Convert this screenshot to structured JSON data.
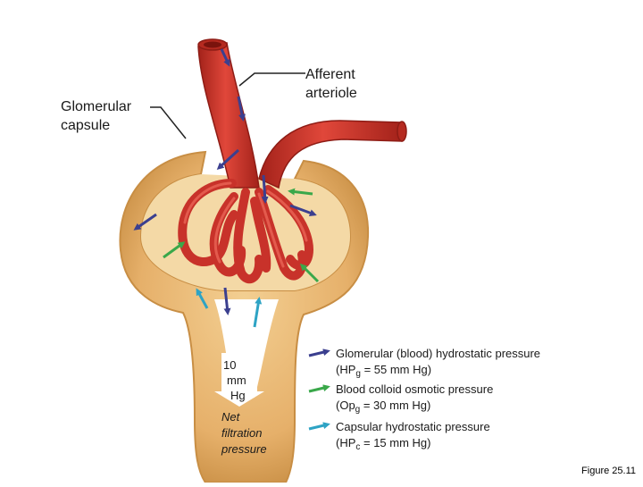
{
  "labels": {
    "afferent": "Afferent\narteriole",
    "capsule": "Glomerular\ncapsule",
    "net_value": "10",
    "net_unit1": "mm",
    "net_unit2": "Hg",
    "net_caption": "Net\nfiltration\npressure"
  },
  "legend": [
    {
      "color": "#3b3f8f",
      "line1": "Glomerular (blood) hydrostatic pressure",
      "line2_pre": "(HP",
      "line2_sub": "g",
      "line2_post": " = 55 mm Hg)"
    },
    {
      "color": "#3aa84a",
      "line1": "Blood colloid osmotic pressure",
      "line2_pre": "(Op",
      "line2_sub": "g",
      "line2_post": " = 30 mm Hg)"
    },
    {
      "color": "#2ea3c4",
      "line1": "Capsular hydrostatic pressure",
      "line2_pre": "(HP",
      "line2_sub": "c",
      "line2_post": " = 15 mm Hg)"
    }
  ],
  "figure_label": "Figure 25.11",
  "colors": {
    "capsule": "#e9b873",
    "capsule_dark": "#c88e44",
    "vessel": "#d9382c",
    "vessel_dark": "#a3221a",
    "ghp_arrow": "#3b3f8f",
    "bcop_arrow": "#3aa84a",
    "chp_arrow": "#2ea3c4"
  }
}
